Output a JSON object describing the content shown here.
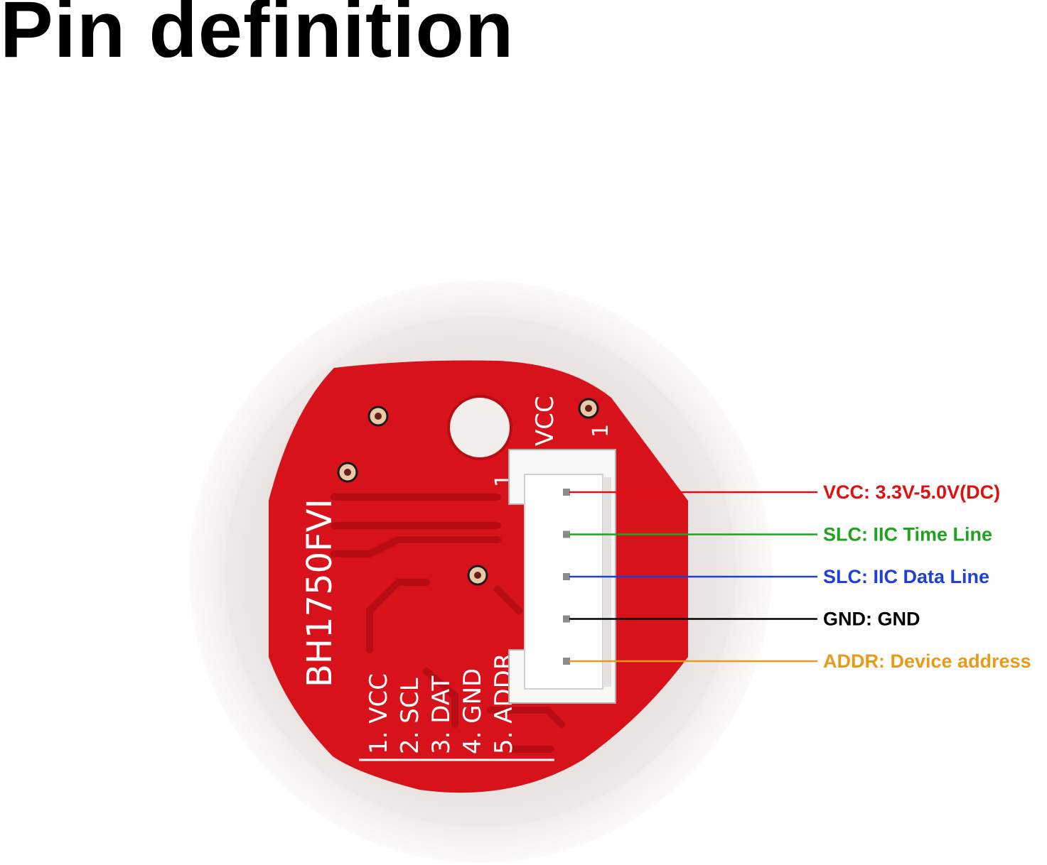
{
  "title": "Pin definition",
  "board": {
    "chip_label": "BH1750FVI",
    "connector_label": "VCC",
    "silkscreen_pins": [
      "1. VCC",
      "2. SCL",
      "3. DAT",
      "4. GND",
      "5. ADDR"
    ],
    "pin1_marks": [
      "1",
      "1"
    ]
  },
  "pins": [
    {
      "label": "VCC: 3.3V-5.0V(DC)",
      "color": "#e01010"
    },
    {
      "label": "SLC: IIC Time Line",
      "color": "#1fa31f"
    },
    {
      "label": "SLC: IIC Data Line",
      "color": "#1f3fd6"
    },
    {
      "label": "GND: GND",
      "color": "#000000"
    },
    {
      "label": "ADDR: Device address",
      "color": "#e89a1a"
    }
  ],
  "colors": {
    "pcb": "#d8121b",
    "lens_ring": "#efebe8",
    "connector": "#f7f7f5"
  }
}
